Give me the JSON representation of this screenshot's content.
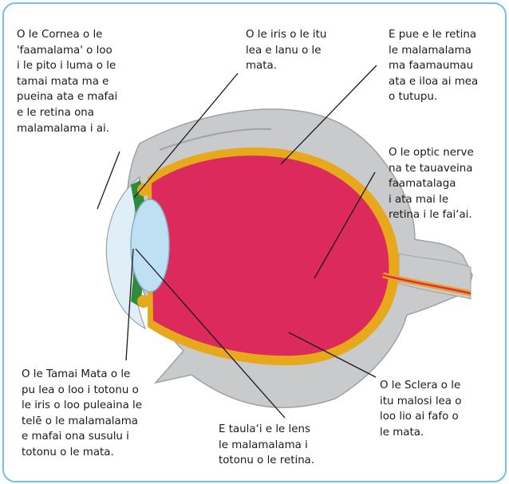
{
  "colors": {
    "frame": "#6fc3e8",
    "sclera": "#c9cacb",
    "sclera_dark": "#9fa1a3",
    "choroid": "#e8a81c",
    "retina_body": "#dc2a5c",
    "lens": "#bfe0f2",
    "cornea": "#dfeef7",
    "iris": "#2e8b3a",
    "optic_nerve": "#e8a81c",
    "leader": "#1a1a1a"
  },
  "labels": {
    "cornea": "O le Cornea o le\n'faamalama' o loo\ni le pito i luma o le\ntamai mata ma e\npueina ata e mafai\ne le retina ona\nmalamalama i ai.",
    "iris": "O le iris o le itu\nlea e lanu o le\nmata.",
    "retina": "E pue e le retina\nle malamalama\nma faamaumau\nata e iloa ai mea\no tutupu.",
    "optic_nerve": "O le optic nerve\nna te tauaveina\nfaamatalaga\ni ata mai le\nretina i le fai‘ai.",
    "pupil": "O le Tamai Mata o le\npu lea o loo i totonu o\nle iris o loo puleaina le\ntelē o le malamalama\ne mafai ona susulu i\ntotonu o le mata.",
    "lens": "E taula‘i e le lens\nle malamalama i\ntotonu o le retina.",
    "sclera": "O le Sclera o le\nitu malosi lea o\nloo lio ai fafo o\nle mata."
  }
}
